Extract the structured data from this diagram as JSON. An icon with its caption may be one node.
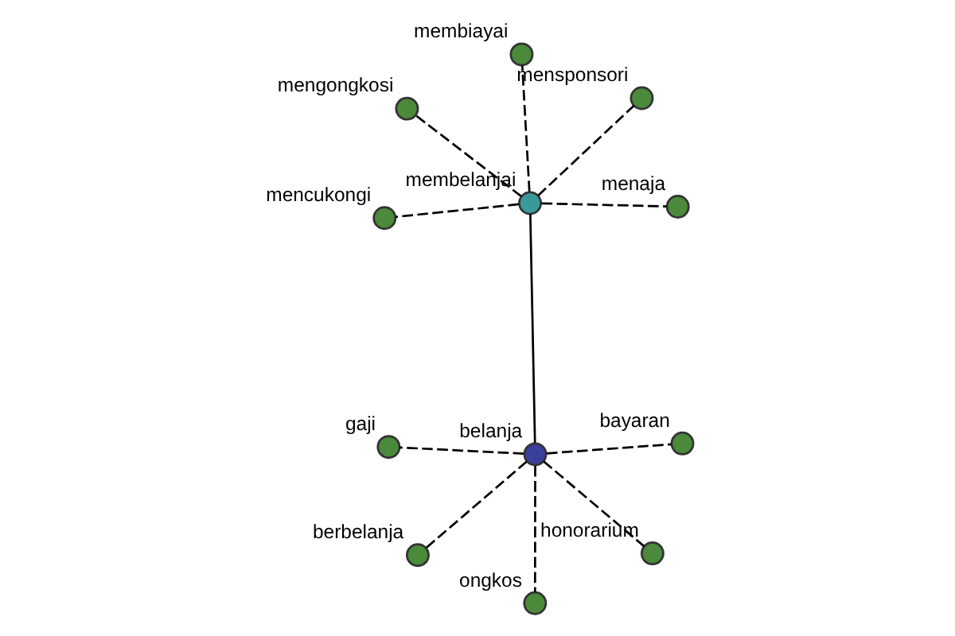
{
  "diagram": {
    "nodes": [
      {
        "text": [
          "mengongkosi"
        ]
      },
      {
        "text": [
          "menaja"
        ]
      },
      {
        "text": [
          "mencukongi"
        ]
      },
      {
        "text": [
          "membelanjai"
        ]
      },
      {
        "text": [
          "mensponsori"
        ]
      },
      {
        "text": [
          "membiayai"
        ]
      },
      {
        "text": [
          "ongkos"
        ]
      },
      {
        "text": [
          "belanja"
        ]
      },
      {
        "text": [
          "berbelanja"
        ]
      },
      {
        "text": [
          "bayaran"
        ]
      },
      {
        "text": [
          "honorarium"
        ]
      },
      {
        "text": [
          "gaji"
        ]
      }
    ],
    "edges": [
      {
        "from": 3,
        "to": 0,
        "arrow": "none",
        "style": "dashed"
      },
      {
        "from": 3,
        "to": 1,
        "arrow": "none",
        "style": "dashed"
      },
      {
        "from": 3,
        "to": 2,
        "arrow": "none",
        "style": "dashed"
      },
      {
        "from": 3,
        "to": 4,
        "arrow": "none",
        "style": "dashed"
      },
      {
        "from": 3,
        "to": 5,
        "arrow": "none",
        "style": "dashed"
      },
      {
        "from": 7,
        "to": 3,
        "arrow": "none"
      },
      {
        "from": 7,
        "to": 6,
        "arrow": "none",
        "style": "dashed"
      },
      {
        "from": 7,
        "to": 8,
        "arrow": "none",
        "style": "dashed"
      },
      {
        "from": 7,
        "to": 9,
        "arrow": "none",
        "style": "dashed"
      },
      {
        "from": 7,
        "to": 10,
        "arrow": "none",
        "style": "dashed"
      },
      {
        "from": 7,
        "to": 11,
        "arrow": "none",
        "style": "dashed"
      }
    ]
  }
}
